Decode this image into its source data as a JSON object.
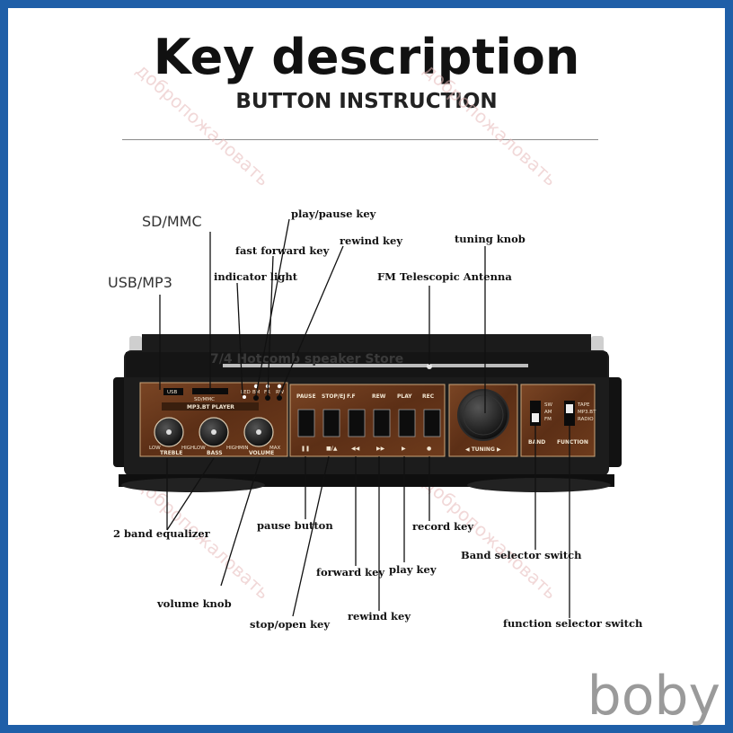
{
  "header": {
    "title": "Key description",
    "subtitle": "BUTTON INSTRUCTION"
  },
  "callouts": {
    "sd_mmc": "SD/MMC",
    "usb_mp3": "USB/MP3",
    "play_pause_key": "play/pause key",
    "fast_forward_key": "fast forward key",
    "rewind_key_top": "rewind key",
    "indicator_light": "indicator light",
    "tuning_knob": "tuning knob",
    "fm_antenna": "FM Telescopic Antenna",
    "two_band_equalizer": "2 band equalizer",
    "pause_button": "pause button",
    "record_key": "record key",
    "band_selector": "Band selector switch",
    "forward_key": "forward key",
    "play_key": "play key",
    "volume_knob": "volume knob",
    "rewind_key_bottom": "rewind key",
    "stop_open_key": "stop/open key",
    "function_selector": "function selector switch"
  },
  "panel": {
    "usb": "USB",
    "sd_mmc": "SD/MMC",
    "led": "LED",
    "led_labels": [
      "BM",
      "FR",
      "RW"
    ],
    "player": "MP3.BT PLAYER",
    "knob_labels": [
      "LOW",
      "HIGH",
      "LOW",
      "HIGH",
      "MIN",
      "MAX"
    ],
    "treble": "TREBLE",
    "bass": "BASS",
    "volume": "VOLUME",
    "key_labels": [
      "PAUSE",
      "STOP/EJ",
      "F.F",
      "REW",
      "PLAY",
      "REC"
    ],
    "key_symbols": [
      "❚❚",
      "■/▲",
      "◀◀",
      "▶▶",
      "▶",
      "●"
    ],
    "tuning": "◀ TUNING ▶",
    "band": "BAND",
    "band_opts": [
      "SW",
      "AM",
      "FM"
    ],
    "function": "FUNCTION",
    "function_opts": [
      "TAPE",
      "MP3.BT",
      "RADIO"
    ],
    "banner": "7/4 Hotcomb speaker Store"
  },
  "watermark": "добропожаловать",
  "brand": "boby",
  "colors": {
    "frame": "#1f5fa8",
    "wood": "#6b3a1e",
    "body": "#1a1a1a"
  }
}
